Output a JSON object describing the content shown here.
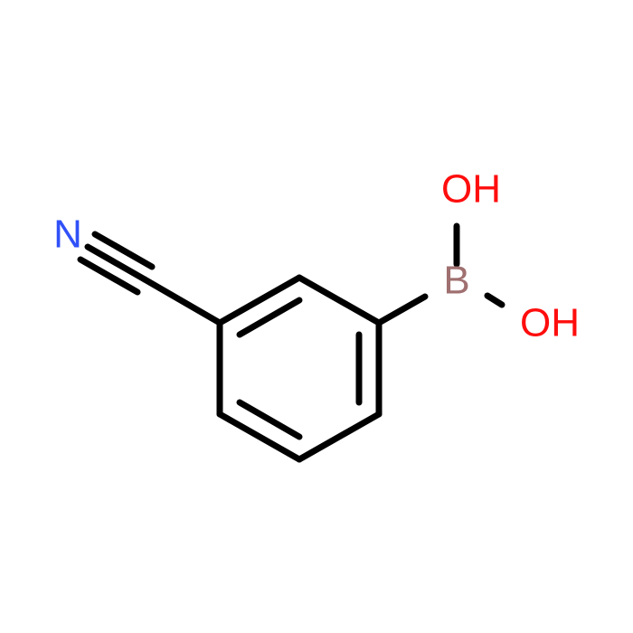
{
  "molecule": {
    "atoms": {
      "nitrile_n": {
        "label": "N",
        "color": "#3050F8"
      },
      "boron": {
        "label": "B",
        "color": "#A07070"
      },
      "hydroxyl_top": {
        "label": "OH",
        "color": "#FF0D0D"
      },
      "hydroxyl_right": {
        "label": "OH",
        "color": "#FF0D0D"
      }
    },
    "bond_color": "#000000",
    "background": "#FFFFFF"
  }
}
